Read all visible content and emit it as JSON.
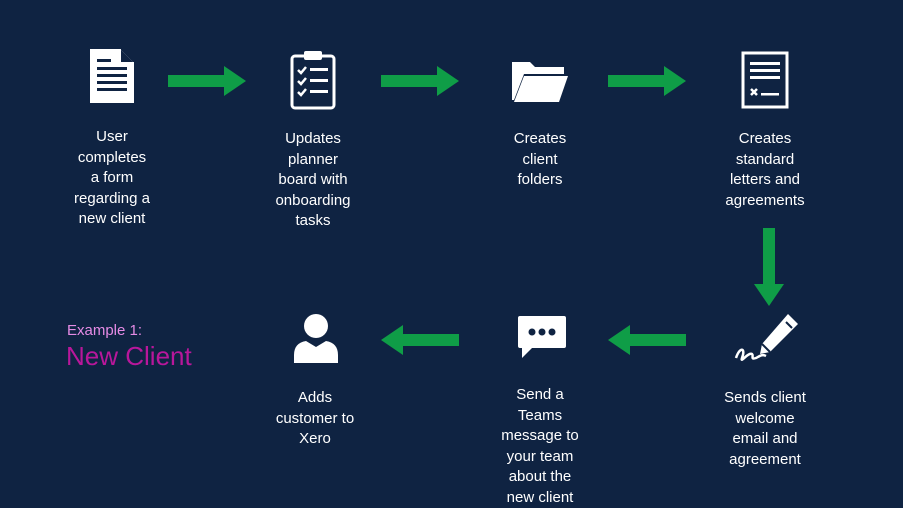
{
  "example": {
    "subtitle": "Example 1:",
    "title": "New Client"
  },
  "steps": [
    {
      "icon": "document-icon",
      "label": "User\ncompletes\na form\nregarding a\nnew client"
    },
    {
      "icon": "clipboard-checklist-icon",
      "label": "Updates\nplanner\nboard with\nonboarding\ntasks"
    },
    {
      "icon": "folder-icon",
      "label": "Creates\nclient\nfolders"
    },
    {
      "icon": "contract-icon",
      "label": "Creates\nstandard\nletters and\nagreements"
    },
    {
      "icon": "pen-signature-icon",
      "label": "Sends client\nwelcome\nemail and\nagreement"
    },
    {
      "icon": "chat-bubble-icon",
      "label": "Send a\nTeams\nmessage to\nyour team\nabout the\nnew client"
    },
    {
      "icon": "person-icon",
      "label": "Adds\ncustomer to\nXero"
    }
  ],
  "colors": {
    "background": "#0f2342",
    "arrow": "#0f9d47",
    "example_subtitle": "#e58be5",
    "example_title": "#b8179b"
  }
}
